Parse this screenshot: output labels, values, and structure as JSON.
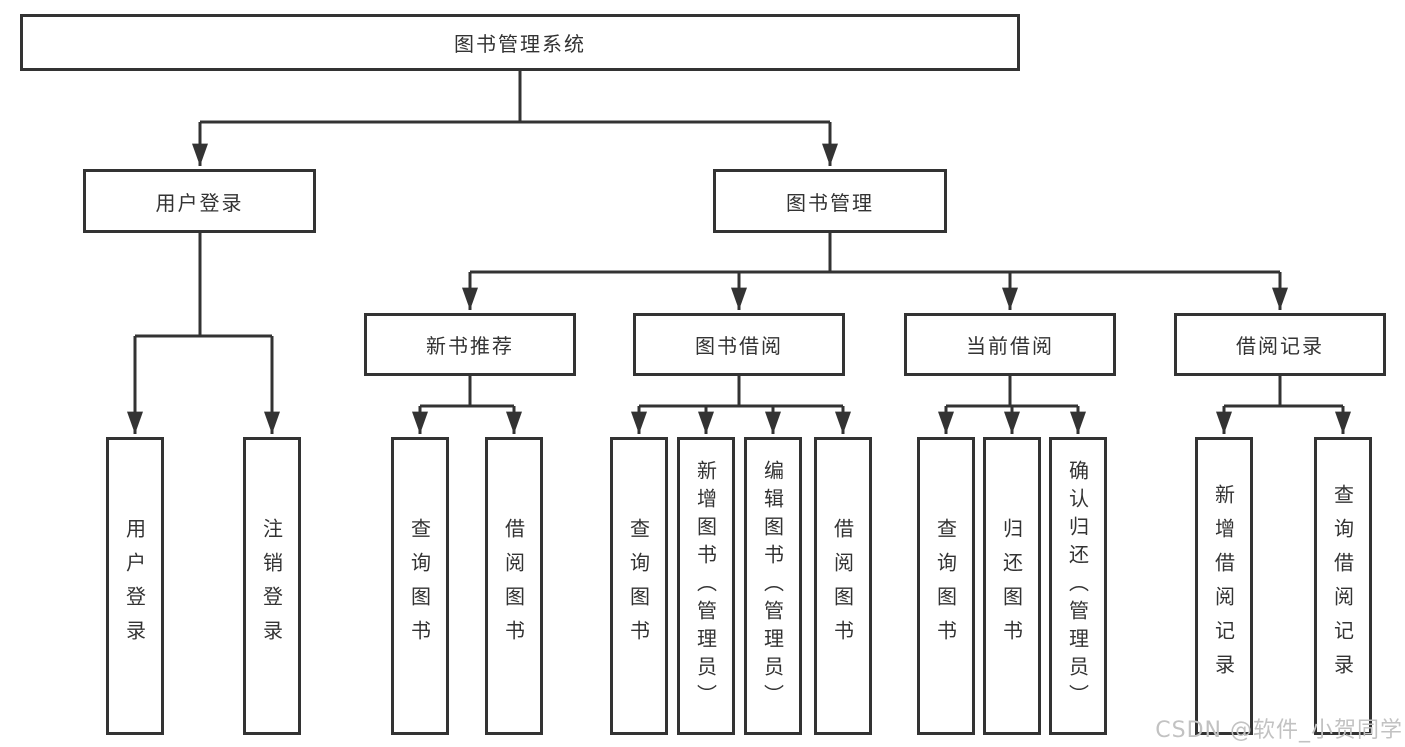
{
  "diagram": {
    "type": "functional-structure-tree",
    "orientation": "top-down"
  },
  "tree": {
    "label": "图书管理系统",
    "children": [
      {
        "label": "用户登录",
        "children": [
          {
            "label": "用户登录"
          },
          {
            "label": "注销登录"
          }
        ]
      },
      {
        "label": "图书管理",
        "children": [
          {
            "label": "新书推荐",
            "children": [
              {
                "label": "查询图书"
              },
              {
                "label": "借阅图书"
              }
            ]
          },
          {
            "label": "图书借阅",
            "children": [
              {
                "label": "查询图书"
              },
              {
                "label": "新增图书（管理员）"
              },
              {
                "label": "编辑图书（管理员）"
              },
              {
                "label": "借阅图书"
              }
            ]
          },
          {
            "label": "当前借阅",
            "children": [
              {
                "label": "查询图书"
              },
              {
                "label": "归还图书"
              },
              {
                "label": "确认归还（管理员）"
              }
            ]
          },
          {
            "label": "借阅记录",
            "children": [
              {
                "label": "新增借阅记录"
              },
              {
                "label": "查询借阅记录"
              }
            ]
          }
        ]
      }
    ]
  },
  "watermark": {
    "text": "CSDN @软件_小贺同学",
    "color": "#c2c2c2"
  },
  "colors": {
    "line": "#333333",
    "box_border": "#333333",
    "text": "#333333",
    "background": "#ffffff"
  }
}
